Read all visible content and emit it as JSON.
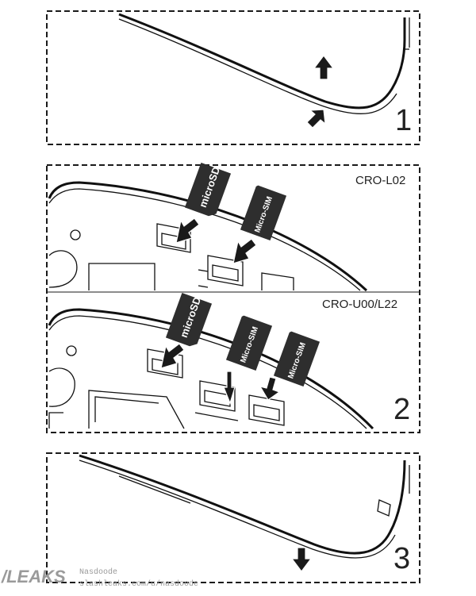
{
  "panels": [
    {
      "step": "1"
    },
    {
      "step": "2",
      "model_top": "CRO-L02",
      "model_bottom": "CRO-U00/L22"
    },
    {
      "step": "3"
    }
  ],
  "cards": {
    "microsd": "microSD",
    "micro_sim": "Micro-SIM"
  },
  "watermark": {
    "brand": "/LEAKS",
    "handle": "Nasdoode",
    "url": "slashleaks.com/u/nasdoode"
  }
}
